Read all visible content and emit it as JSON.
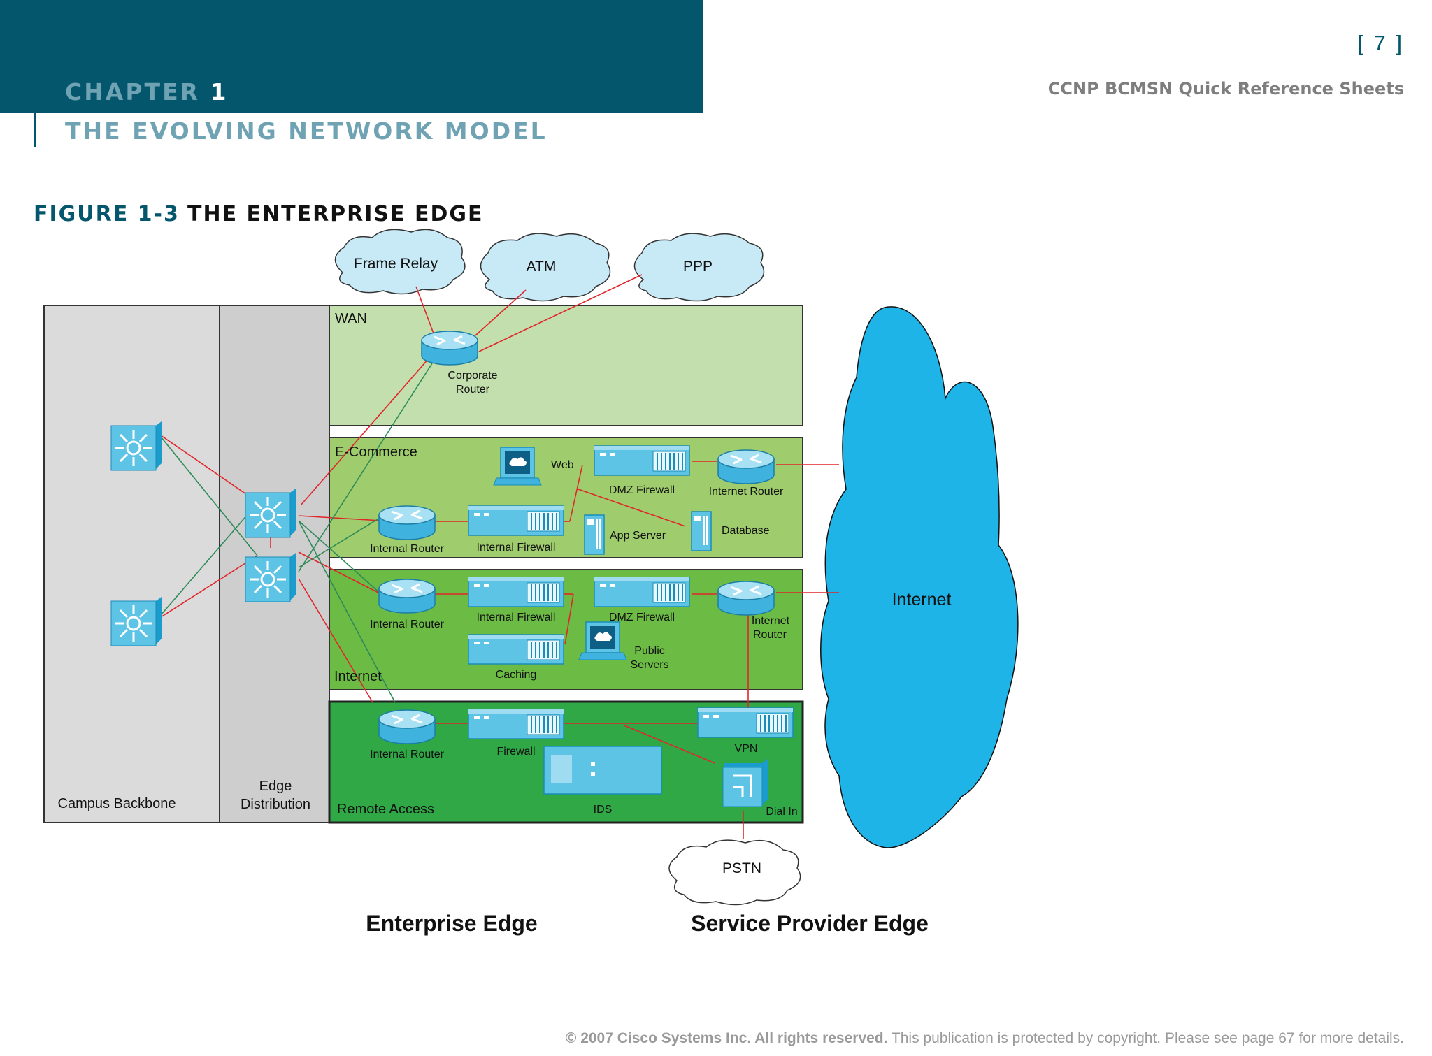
{
  "header": {
    "chapter_word": "CHAPTER",
    "chapter_number": "1",
    "chapter_title": "THE EVOLVING NETWORK MODEL",
    "page_number": "[ 7 ]",
    "book_title": "CCNP BCMSN Quick Reference Sheets"
  },
  "figure": {
    "number": "FIGURE 1-3",
    "title": "THE ENTERPRISE EDGE"
  },
  "clouds": {
    "frame_relay": "Frame Relay",
    "atm": "ATM",
    "ppp": "PPP",
    "pstn": "PSTN",
    "internet": "Internet"
  },
  "zones": {
    "campus_backbone": "Campus Backbone",
    "edge_distribution_1": "Edge",
    "edge_distribution_2": "Distribution",
    "wan": "WAN",
    "ecommerce": "E-Commerce",
    "internet": "Internet",
    "remote_access": "Remote Access"
  },
  "devices": {
    "corporate_router_1": "Corporate",
    "corporate_router_2": "Router",
    "ec_web": "Web",
    "ec_dmz_firewall": "DMZ Firewall",
    "ec_internet_router": "Internet Router",
    "ec_internal_router": "Internal Router",
    "ec_internal_firewall": "Internal Firewall",
    "ec_app_server": "App Server",
    "ec_database": "Database",
    "in_internal_router": "Internal Router",
    "in_internal_firewall": "Internal Firewall",
    "in_dmz_firewall": "DMZ Firewall",
    "in_internet_router_1": "Internet",
    "in_internet_router_2": "Router",
    "in_caching": "Caching",
    "in_public_servers_1": "Public",
    "in_public_servers_2": "Servers",
    "ra_internal_router": "Internal Router",
    "ra_firewall": "Firewall",
    "ra_vpn": "VPN",
    "ra_ids": "IDS",
    "ra_dial_in": "Dial In"
  },
  "bottom_labels": {
    "enterprise_edge": "Enterprise Edge",
    "service_provider_edge": "Service Provider Edge"
  },
  "footer": {
    "copyright_bold": "© 2007 Cisco Systems Inc. All rights reserved.",
    "copyright_rest": " This publication is protected by copyright. Please see page 67 for more details."
  },
  "colors": {
    "header_teal": "#03566b",
    "link_red": "#e0262a",
    "link_green": "#2e8b57",
    "wan_zone": "#c2dfad",
    "ecommerce_zone": "#9fcc6c",
    "internet_zone": "#6cbb45",
    "remote_access_zone": "#2fa845",
    "internet_cloud": "#1eb4e8",
    "device_blue": "#5ec4e6"
  }
}
